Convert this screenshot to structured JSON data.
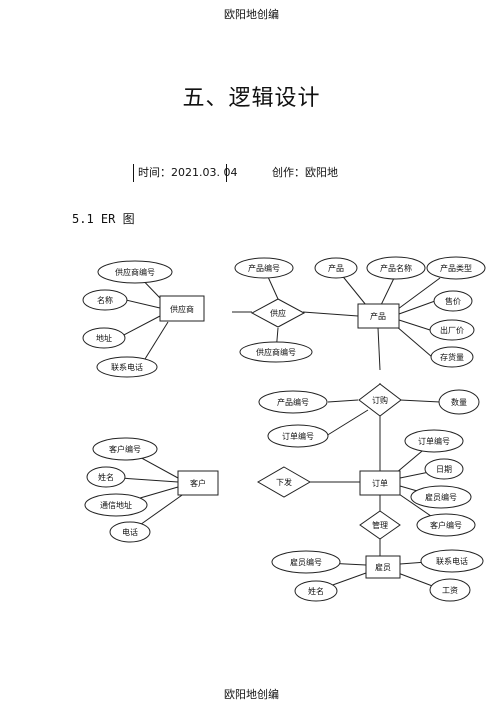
{
  "header": {
    "text": "欧阳地创编"
  },
  "title": "五、逻辑设计",
  "meta": {
    "date_label": "时间：2021.03. 04",
    "author_label": "创作：欧阳地"
  },
  "section": {
    "heading": "5.1 ER 图"
  },
  "footer": {
    "text": "欧阳地创编"
  },
  "er_diagram": {
    "supplier": {
      "entity": "供应商",
      "attributes": [
        "供应商编号",
        "名称",
        "地址",
        "联系电话"
      ]
    },
    "product": {
      "entity": "产品",
      "attributes": [
        "产品编号",
        "产品",
        "产品名称",
        "产品类型",
        "售价",
        "出厂价",
        "存货量"
      ]
    },
    "supply_relationship": {
      "name": "供应",
      "attributes": [
        "供应商编号"
      ]
    },
    "order_relationship": {
      "name": "订购",
      "attributes": [
        "产品编号",
        "订单编号",
        "数量"
      ]
    },
    "customer": {
      "entity": "客户",
      "attributes": [
        "客户编号",
        "姓名",
        "通信地址",
        "电话"
      ]
    },
    "order": {
      "entity": "订单",
      "attributes": [
        "订单编号",
        "日期",
        "雇员编号",
        "客户编号"
      ]
    },
    "place_relationship": {
      "name": "下发"
    },
    "manage_relationship": {
      "name": "管理"
    },
    "employee": {
      "entity": "雇员",
      "attributes": [
        "雇员编号",
        "姓名",
        "联系电话",
        "工资"
      ]
    }
  }
}
